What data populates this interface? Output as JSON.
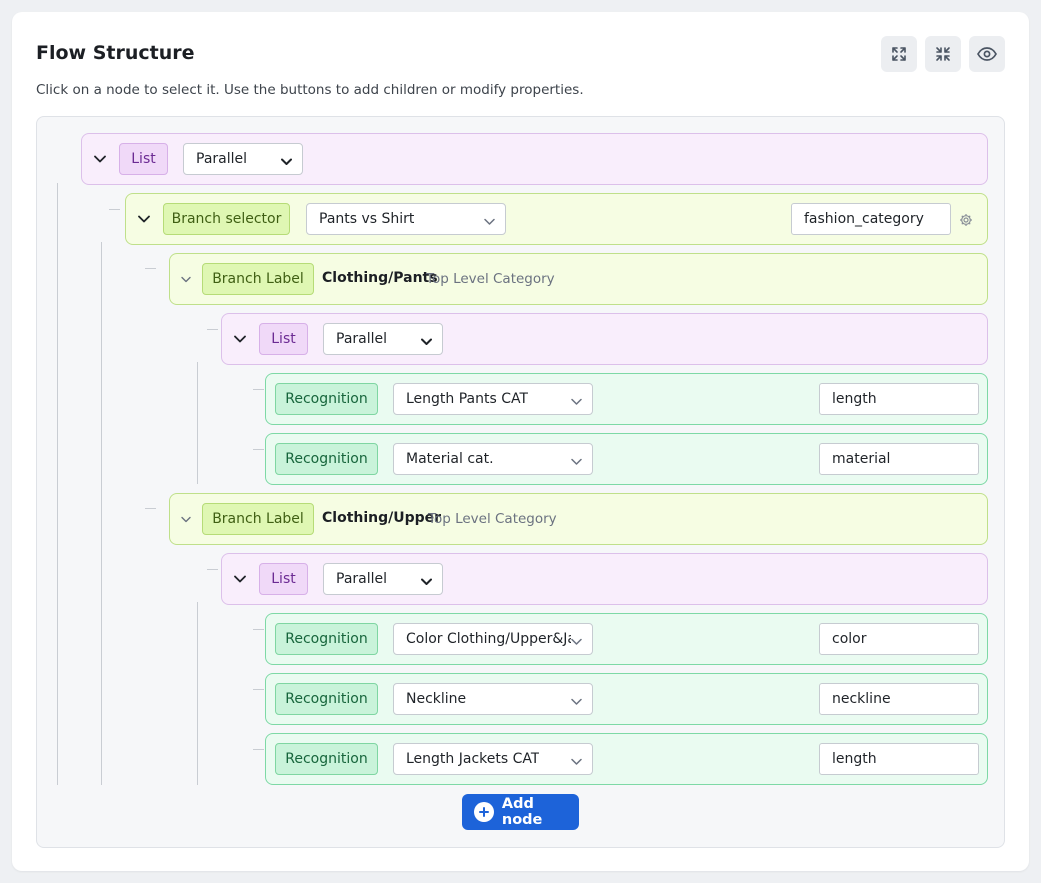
{
  "header": {
    "title": "Flow Structure",
    "subtitle": "Click on a node to select it. Use the buttons to add children or modify properties.",
    "buttons": [
      {
        "name": "expand-all",
        "icon": "expand-icon"
      },
      {
        "name": "collapse-all",
        "icon": "collapse-icon"
      },
      {
        "name": "preview",
        "icon": "eye-icon"
      }
    ]
  },
  "colors": {
    "list_bg": "#f9eefc",
    "branch_bg": "#f6fde3",
    "recognition_bg": "#eafbf1",
    "primary": "#1d63d9"
  },
  "tree": {
    "root_list": {
      "type": "List",
      "mode": "Parallel"
    },
    "branch_selector": {
      "type": "Branch selector",
      "value": "Pants vs Shirt",
      "variable": "fashion_category"
    },
    "branch_pants": {
      "type": "Branch Label",
      "name": "Clothing/Pants",
      "category": "Top Level Category"
    },
    "list_pants": {
      "type": "List",
      "mode": "Parallel"
    },
    "recog_length_pants": {
      "type": "Recognition",
      "value": "Length Pants CAT",
      "variable": "length"
    },
    "recog_material": {
      "type": "Recognition",
      "value": "Material cat.",
      "variable": "material"
    },
    "branch_upper": {
      "type": "Branch Label",
      "name": "Clothing/Upper",
      "category": "Top Level Category"
    },
    "list_upper": {
      "type": "List",
      "mode": "Parallel"
    },
    "recog_color": {
      "type": "Recognition",
      "value": "Color Clothing/Upper&Jac",
      "variable": "color"
    },
    "recog_neckline": {
      "type": "Recognition",
      "value": "Neckline",
      "variable": "neckline"
    },
    "recog_length_jackets": {
      "type": "Recognition",
      "value": "Length Jackets CAT",
      "variable": "length"
    }
  },
  "add_node": {
    "label": "Add node",
    "icon": "plus-circle-icon"
  }
}
